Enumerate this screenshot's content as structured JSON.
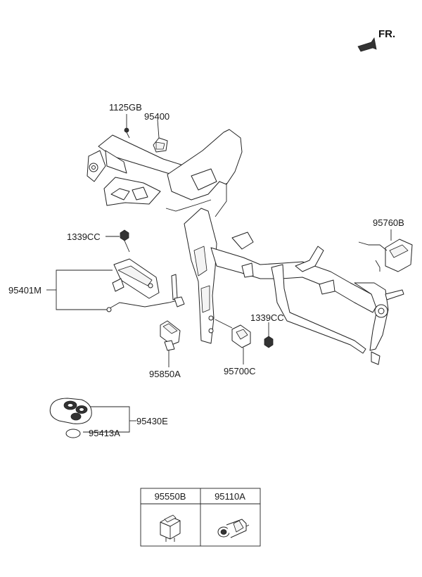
{
  "direction_label": "FR.",
  "labels": {
    "p1125GB": "1125GB",
    "p95400": "95400",
    "p1339CC_a": "1339CC",
    "p95401M": "95401M",
    "p95760B": "95760B",
    "p1339CC_b": "1339CC",
    "p95850A": "95850A",
    "p95700C": "95700C",
    "p95430E": "95430E",
    "p95413A": "95413A"
  },
  "table": {
    "headers": [
      "95550B",
      "95110A"
    ]
  },
  "icons": {
    "direction": "arrow-icon",
    "relay": "relay-icon",
    "socket": "socket-icon"
  }
}
